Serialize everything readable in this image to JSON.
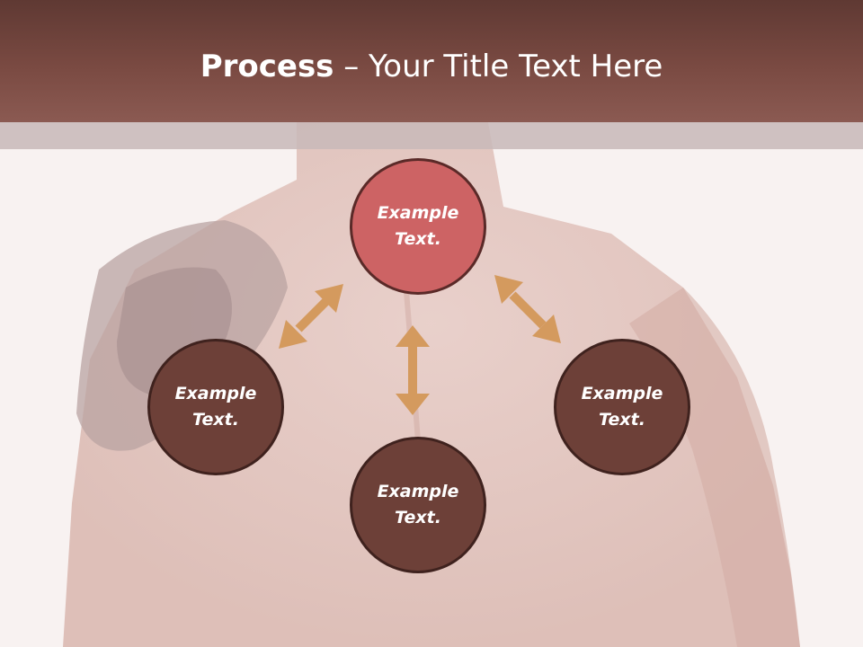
{
  "title": {
    "bold": "Process",
    "rest": " – Your Title Text Here"
  },
  "nodes": [
    {
      "label": "Example Text.",
      "line1": "Example",
      "line2": "Text.",
      "color": "#cd6364"
    },
    {
      "label": "Example Text.",
      "line1": "Example",
      "line2": "Text.",
      "color": "#6d4038"
    },
    {
      "label": "Example Text.",
      "line1": "Example",
      "line2": "Text.",
      "color": "#6d4038"
    },
    {
      "label": "Example Text.",
      "line1": "Example",
      "line2": "Text.",
      "color": "#6d4038"
    }
  ],
  "colors": {
    "header": "#7a4a42",
    "arrow": "#d49a5e",
    "accent_circle": "#cd6364",
    "dark_circle": "#6d4038",
    "background": "#f8f2f1"
  }
}
